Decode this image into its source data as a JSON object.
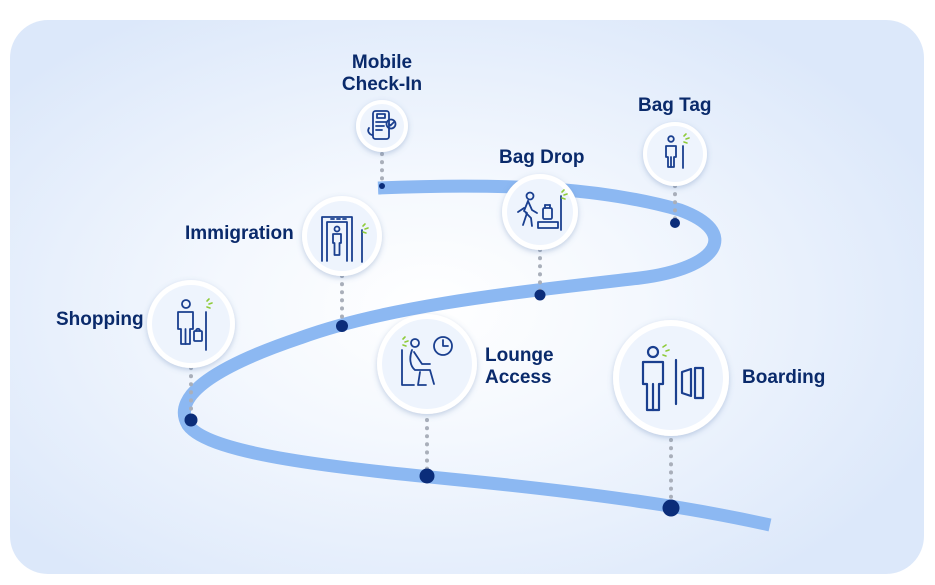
{
  "colors": {
    "path": "#8cb8f2",
    "dot": "#0b2d7a",
    "connector": "#a9afba",
    "icon": "#1a3f8f",
    "accent": "#8fcb3a",
    "label": "#0a2a6b"
  },
  "steps": [
    {
      "id": "mobile-check-in",
      "line1": "Mobile",
      "line2": "Check-In",
      "icon": "phone-checkmark-icon"
    },
    {
      "id": "bag-tag",
      "line1": "Bag Tag",
      "icon": "traveler-icon"
    },
    {
      "id": "bag-drop",
      "line1": "Bag Drop",
      "icon": "bag-drop-icon"
    },
    {
      "id": "immigration",
      "line1": "Immigration",
      "icon": "security-gate-icon"
    },
    {
      "id": "shopping",
      "line1": "Shopping",
      "icon": "shopper-icon"
    },
    {
      "id": "lounge-access",
      "line1": "Lounge",
      "line2": "Access",
      "icon": "lounge-seat-clock-icon"
    },
    {
      "id": "boarding",
      "line1": "Boarding",
      "icon": "boarding-gate-icon"
    }
  ]
}
